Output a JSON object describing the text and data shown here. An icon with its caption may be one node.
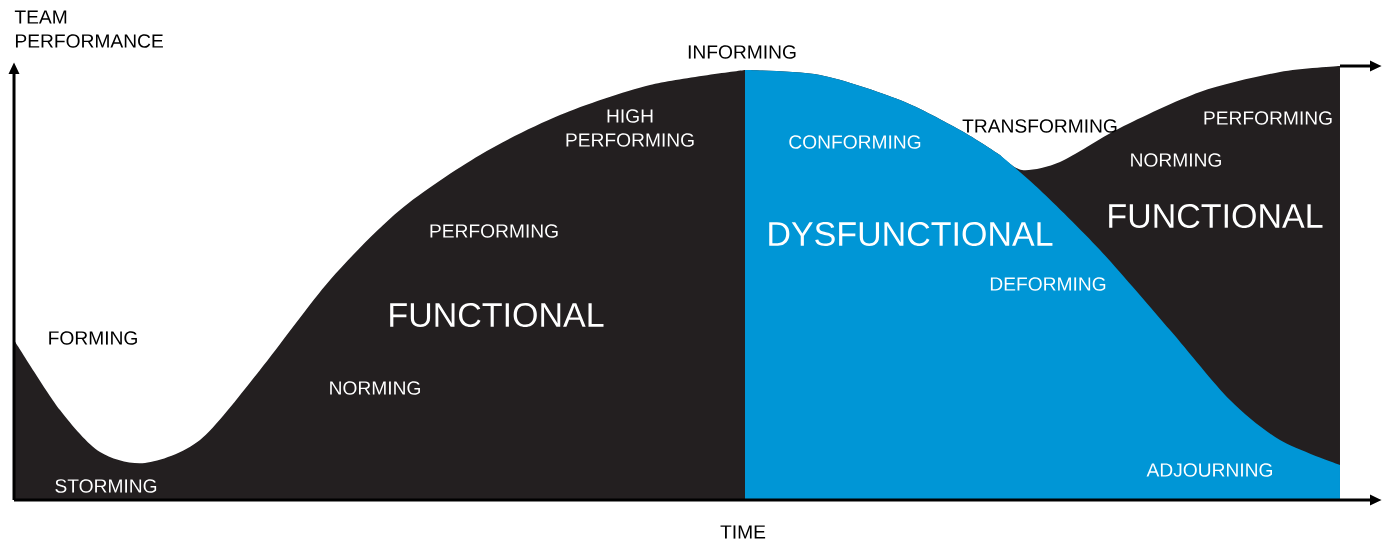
{
  "diagram": {
    "labels": [
      "TEAM PERFORMANCE",
      "INFORMING",
      "HIGH PERFORMING",
      "CONFORMING",
      "TRANSFORMING",
      "PERFORMING",
      "NORMING",
      "PERFORMING",
      "DYSFUNCTIONAL",
      "FUNCTIONAL",
      "DEFORMING",
      "FORMING",
      "FUNCTIONAL",
      "NORMING",
      "ADJOURNING",
      "STORMING",
      "TIME"
    ]
  }
}
